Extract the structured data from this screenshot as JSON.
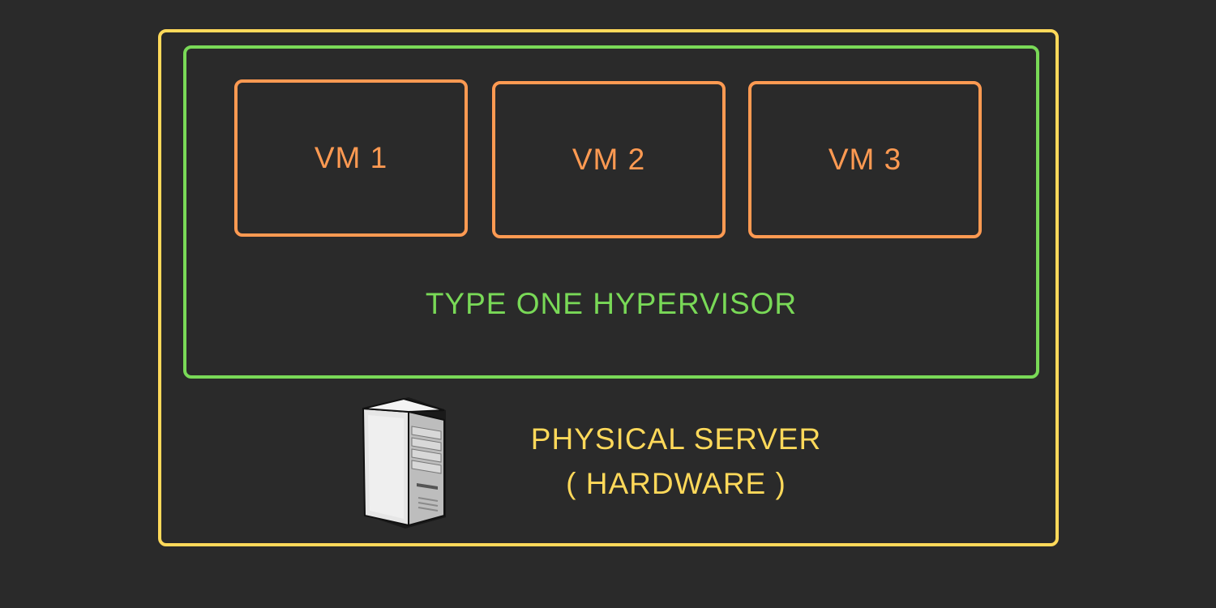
{
  "diagram": {
    "vms": [
      {
        "label": "VM 1"
      },
      {
        "label": "VM 2"
      },
      {
        "label": "VM 3"
      }
    ],
    "hypervisor": {
      "label": "TYPE ONE HYPERVISOR"
    },
    "physical_server": {
      "label_line1": "PHYSICAL SERVER",
      "label_line2": "( HARDWARE )",
      "icon": "server-tower-icon"
    },
    "colors": {
      "background": "#2a2a2a",
      "physical_server": "#ffd95a",
      "hypervisor": "#79d957",
      "vm": "#ff9a52"
    }
  }
}
